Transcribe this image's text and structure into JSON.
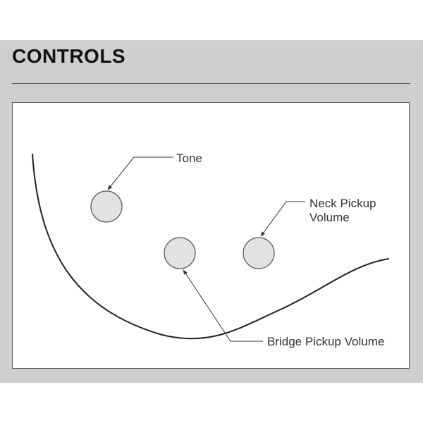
{
  "header": {
    "title": "CONTROLS"
  },
  "diagram": {
    "knobs": [
      {
        "id": "tone",
        "label": "Tone"
      },
      {
        "id": "neck-pickup-volume",
        "label_lines": [
          "Neck Pickup",
          "Volume"
        ]
      },
      {
        "id": "bridge-pickup-volume",
        "label": "Bridge Pickup Volume"
      }
    ],
    "colors": {
      "knob_fill": "#e2e2e2",
      "knob_stroke": "#555555",
      "line": "#222222",
      "panel_background": "#cfcfcf"
    }
  }
}
